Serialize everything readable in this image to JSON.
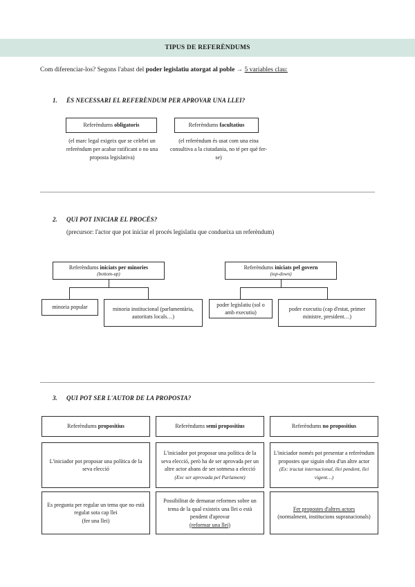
{
  "document": {
    "title": "TIPUS DE REFERÈNDUMS",
    "intro": {
      "lead": "Com diferenciar-los? Segons l'abast del ",
      "bold": "poder legislatiu atorgat al poble",
      "arrow": " → ",
      "underlined": "5 variables clau:"
    }
  },
  "sections": [
    {
      "number": "1.",
      "heading": "ÉS NECESSARI EL REFERÈNDUM PER APROVAR UNA LLEI?",
      "subheading": "",
      "boxes": [
        {
          "label_normal": "Referèndums ",
          "label_bold": "obligatoris",
          "caption": "(el marc legal exigeix que se celebri un referèndum per acabar ratificant o no una proposta legislativa)"
        },
        {
          "label_normal": "Referèndums ",
          "label_bold": "facultatius",
          "caption": "(el referèndum és usat com una eina consultiva a la ciutadania, no té per què fer-se)"
        }
      ]
    },
    {
      "number": "2.",
      "heading": "QUI POT INICIAR EL PROCÉS?",
      "subheading": "(precursor: l'actor que pot iniciar el procés legislatiu que condueixa un referèndum)",
      "parents": [
        {
          "label_normal": "Referèndums ",
          "label_bold": "iniciats per minories",
          "label_italic": "(bottom-up)"
        },
        {
          "label_normal": "Referèndums ",
          "label_bold": "iniciats pel govern",
          "label_italic": "(top-down)"
        }
      ],
      "children": [
        {
          "text": "minoria popular"
        },
        {
          "text": "minoria institucional (parlamentària, autoritats locals…)"
        },
        {
          "text": "poder legislatiu (sol o amb executiu)"
        },
        {
          "text": "poder executiu (cap d'estat, primer ministre, president…)"
        }
      ]
    },
    {
      "number": "3.",
      "heading": "QUI POT SER L'AUTOR DE LA PROPOSTA?",
      "subheading": "",
      "columns": [
        {
          "header_normal": "Referèndums ",
          "header_bold": "propositius",
          "row2": "L'iniciador pot proposar una política de la seva elecció",
          "row3_main": "Es pregunta per regular un tema que no està regulat sota cap llei",
          "row3_note": "(fer una llei)",
          "row3_note_underlined": false
        },
        {
          "header_normal": "Referèndums ",
          "header_bold": "semi propositius",
          "row2": "L'iniciador pot proposar una política de la seva elecció, però ha de ser aprovada per un altre actor abans de ser sotmesa a elecció",
          "row2_note": "(Exc ser aprovada pel Parlament)",
          "row3_main": "Possibilitat de demanar reformes sobre un tema de la qual existeix una llei o està pendent d'aprovar",
          "row3_note": "(reformar una llei)",
          "row3_note_underlined": true
        },
        {
          "header_normal": "Referèndums ",
          "header_bold": "no propositius",
          "row2": "L'iniciador només pot presentar a referèndum propostes que siguin obra d'un altre actor",
          "row2_note": "(Ex: tractat internacional, llei pendent, llei vigent…)",
          "row3_main": "Fer propostes d'altres actors",
          "row3_note": "(normalment, institucions supranacionals)",
          "row3_note_underlined": false,
          "row3_main_underlined_part": "propostes d'altres"
        }
      ]
    }
  ],
  "colors": {
    "title_band": "#d4e6e0",
    "text": "#1a1a1a",
    "border": "#2a2a2a",
    "divider": "#9a9a9a"
  }
}
